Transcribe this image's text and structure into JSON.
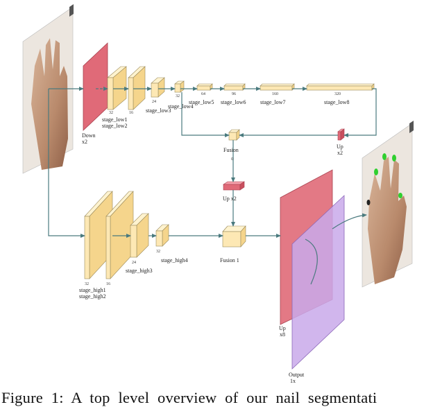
{
  "caption": "Figure 1:  A top level overview of our nail segmentati",
  "labels": {
    "down": "Down",
    "down_x2": "x2",
    "low_ch1": "32",
    "stage_low1": "stage_low1",
    "stage_low2": "stage_low2",
    "low_ch2": "16",
    "low_ch3": "24",
    "stage_low3": "stage_low3",
    "low_ch4": "32",
    "stage_low4": "stage_low4",
    "low_ch5": "64",
    "stage_low5": "stage_low5",
    "low_ch6": "96",
    "stage_low6": "stage_low6",
    "low_ch7": "160",
    "stage_low7": "stage_low7",
    "low_ch8": "320",
    "stage_low8": "stage_low8",
    "up_top": "Up",
    "up_top_x2": "x2",
    "fusion": "Fusion",
    "fusion_num": "0",
    "up_mid": "Up x2",
    "fusion1": "Fusion 1",
    "high_ch1": "32",
    "stage_high1": "stage_high1",
    "stage_high2": "stage_high2",
    "high_ch2": "16",
    "high_ch3": "24",
    "stage_high3": "stage_high3",
    "high_ch4": "32",
    "stage_high4": "stage_high4",
    "up_big": "Up",
    "up_big_x8": "x8",
    "output": "Output",
    "output_1x": "1x"
  },
  "colors": {
    "block_fill": "#fde8b4",
    "block_edge": "#9a8a5a",
    "red_fill": "#e06a78",
    "purple_fill": "#c9a9ea",
    "arrow": "#4a7a7e"
  }
}
